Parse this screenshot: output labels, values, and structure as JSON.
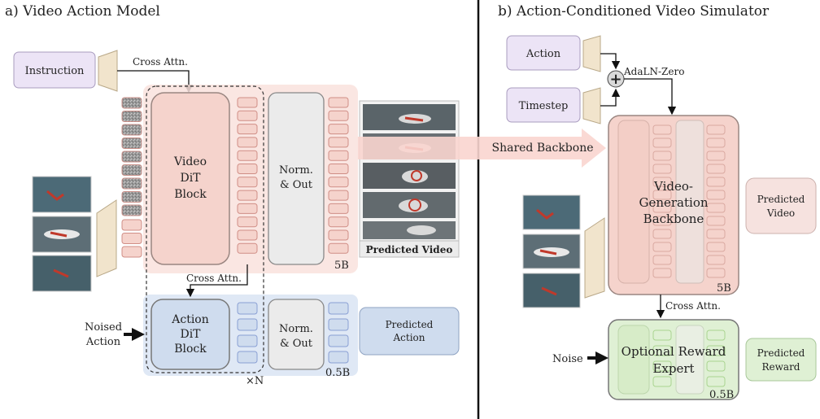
{
  "left": {
    "title": "a) Video Action Model",
    "instruction": "Instruction",
    "cross_attn_top": "Cross Attn.",
    "video_dit": [
      "Video",
      "DiT",
      "Block"
    ],
    "norm_out": [
      "Norm.",
      "& Out"
    ],
    "size_5b": "5B",
    "predicted_video": "Predicted Video",
    "cross_attn_mid": "Cross Attn.",
    "noised_action": [
      "Noised",
      "Action"
    ],
    "action_dit": [
      "Action",
      "DiT",
      "Block"
    ],
    "norm_out_2": [
      "Norm.",
      "& Out"
    ],
    "size_05b": "0.5B",
    "predicted_action": [
      "Predicted",
      "Action"
    ],
    "times_n": "×N"
  },
  "shared_backbone": "Shared Backbone",
  "right": {
    "title": "b) Action-Conditioned Video Simulator",
    "action": "Action",
    "timestep": "Timestep",
    "adaln": "AdaLN-Zero",
    "backbone": [
      "Video-",
      "Generation",
      "Backbone"
    ],
    "size_5b": "5B",
    "predicted_video": [
      "Predicted",
      "Video"
    ],
    "cross_attn": "Cross Attn.",
    "noise": "Noise",
    "reward_expert": [
      "Optional Reward",
      "Expert"
    ],
    "size_05b": "0.5B",
    "predicted_reward": [
      "Predicted",
      "Reward"
    ]
  },
  "colors": {
    "pink_fill": "#f5d3cc",
    "pink_stroke": "#c9a097",
    "blue_fill": "#cfdcee",
    "blue_stroke": "#8fa3c2",
    "gray_fill": "#ebebeb",
    "purple_fill": "#ece4f6",
    "green_fill": "#dff0d4",
    "tan_fill": "#f1e4cc"
  }
}
